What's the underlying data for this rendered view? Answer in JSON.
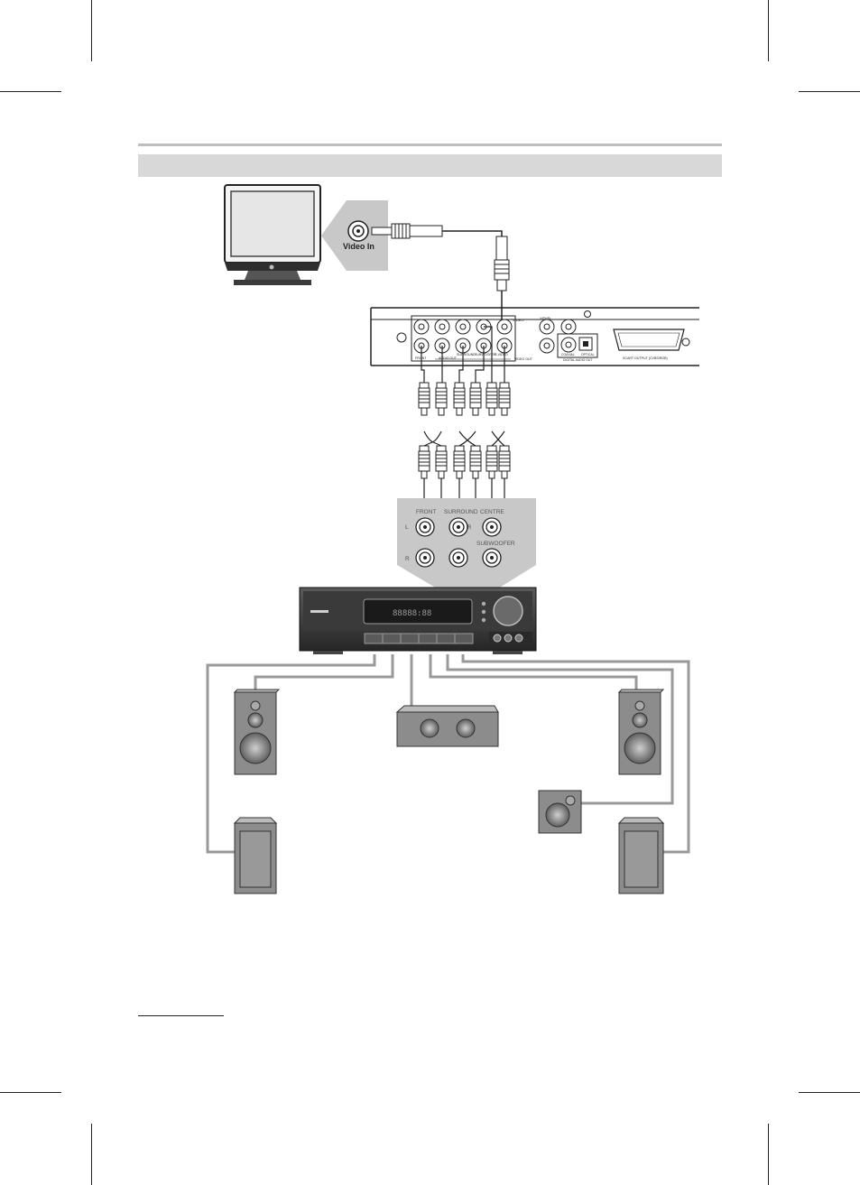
{
  "tv_panel": {
    "video_in_label": "Video In"
  },
  "dvd_rear_panel": {
    "top_row_labels": [
      "VIDEO"
    ],
    "top_right_labels": [
      "Y/Pb/Pr"
    ],
    "bottom_row_labels": [
      "FRONT",
      "AUDIO OUT",
      "SURROUND",
      "SUBWOOFER",
      "VIDEO OUT",
      "S-VIDEO",
      "COAXIAL",
      "OPTICAL",
      "DIGITAL AUDIO OUT",
      "SCART OUTPUT (CVBS/RGB)"
    ]
  },
  "receiver_inputs": {
    "front_label": "FRONT",
    "surround_label": "SURROUND",
    "centre_label": "CENTRE",
    "subwoofer_label": "SUBWOOFER",
    "left_label": "L",
    "right_label": "R",
    "surround_r_label": "R",
    "surround_l_label": "L"
  },
  "receiver": {
    "display_text": "88888:88"
  },
  "colors": {
    "panel_grey": "#c8c8c8",
    "cable_grey": "#9a9a9a",
    "device_dark": "#3a3a3a",
    "speaker_grey": "#8c8c8c"
  }
}
